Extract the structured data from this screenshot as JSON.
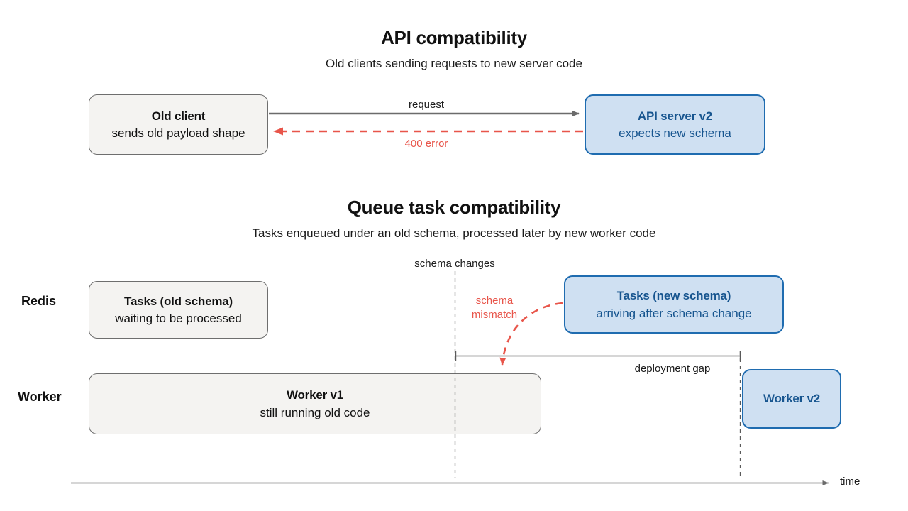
{
  "sections": [
    {
      "id": "api-compatibility",
      "title": "API compatibility",
      "subtitle": "Old clients sending requests to new server code",
      "boxes": [
        {
          "id": "old-client",
          "style": "gray",
          "title": "Old client",
          "subtitle": "sends old payload shape"
        },
        {
          "id": "api-server-v2",
          "style": "blue",
          "title": "API server v2",
          "subtitle": "expects new schema"
        }
      ],
      "edges": [
        {
          "id": "request",
          "label": "request",
          "style": "solid",
          "color": "#6b6b6b"
        },
        {
          "id": "error",
          "label": "400 error",
          "style": "dashed",
          "color": "#e8554a"
        }
      ]
    },
    {
      "id": "queue-task-compatibility",
      "title": "Queue task compatibility",
      "subtitle": "Tasks enqueued under an old schema, processed later by new worker code",
      "lanes": [
        {
          "id": "redis",
          "label": "Redis"
        },
        {
          "id": "worker",
          "label": "Worker"
        }
      ],
      "boxes": [
        {
          "id": "tasks-old-schema",
          "style": "gray",
          "title": "Tasks (old schema)",
          "subtitle": "waiting to be processed"
        },
        {
          "id": "tasks-new-schema",
          "style": "blue",
          "title": "Tasks (new schema)",
          "subtitle": "arriving after schema change"
        },
        {
          "id": "worker-v1",
          "style": "gray",
          "title": "Worker v1",
          "subtitle": "still running old code"
        },
        {
          "id": "worker-v2",
          "style": "blue",
          "title": "Worker v2",
          "subtitle": ""
        }
      ],
      "markers": [
        {
          "id": "schema-changes",
          "label": "schema changes"
        },
        {
          "id": "deployment-gap",
          "label": "deployment gap"
        },
        {
          "id": "schema-mismatch",
          "label_line1": "schema",
          "label_line2": "mismatch"
        }
      ],
      "axis": {
        "id": "time-axis",
        "label": "time"
      }
    }
  ],
  "colors": {
    "gray_fill": "#f4f3f1",
    "gray_border": "#6e6e6e",
    "blue_fill": "#cfe0f2",
    "blue_border": "#1f6cb0",
    "blue_text": "#17558f",
    "red": "#e8554a",
    "arrow_gray": "#6b6b6b",
    "background": "#ffffff"
  }
}
